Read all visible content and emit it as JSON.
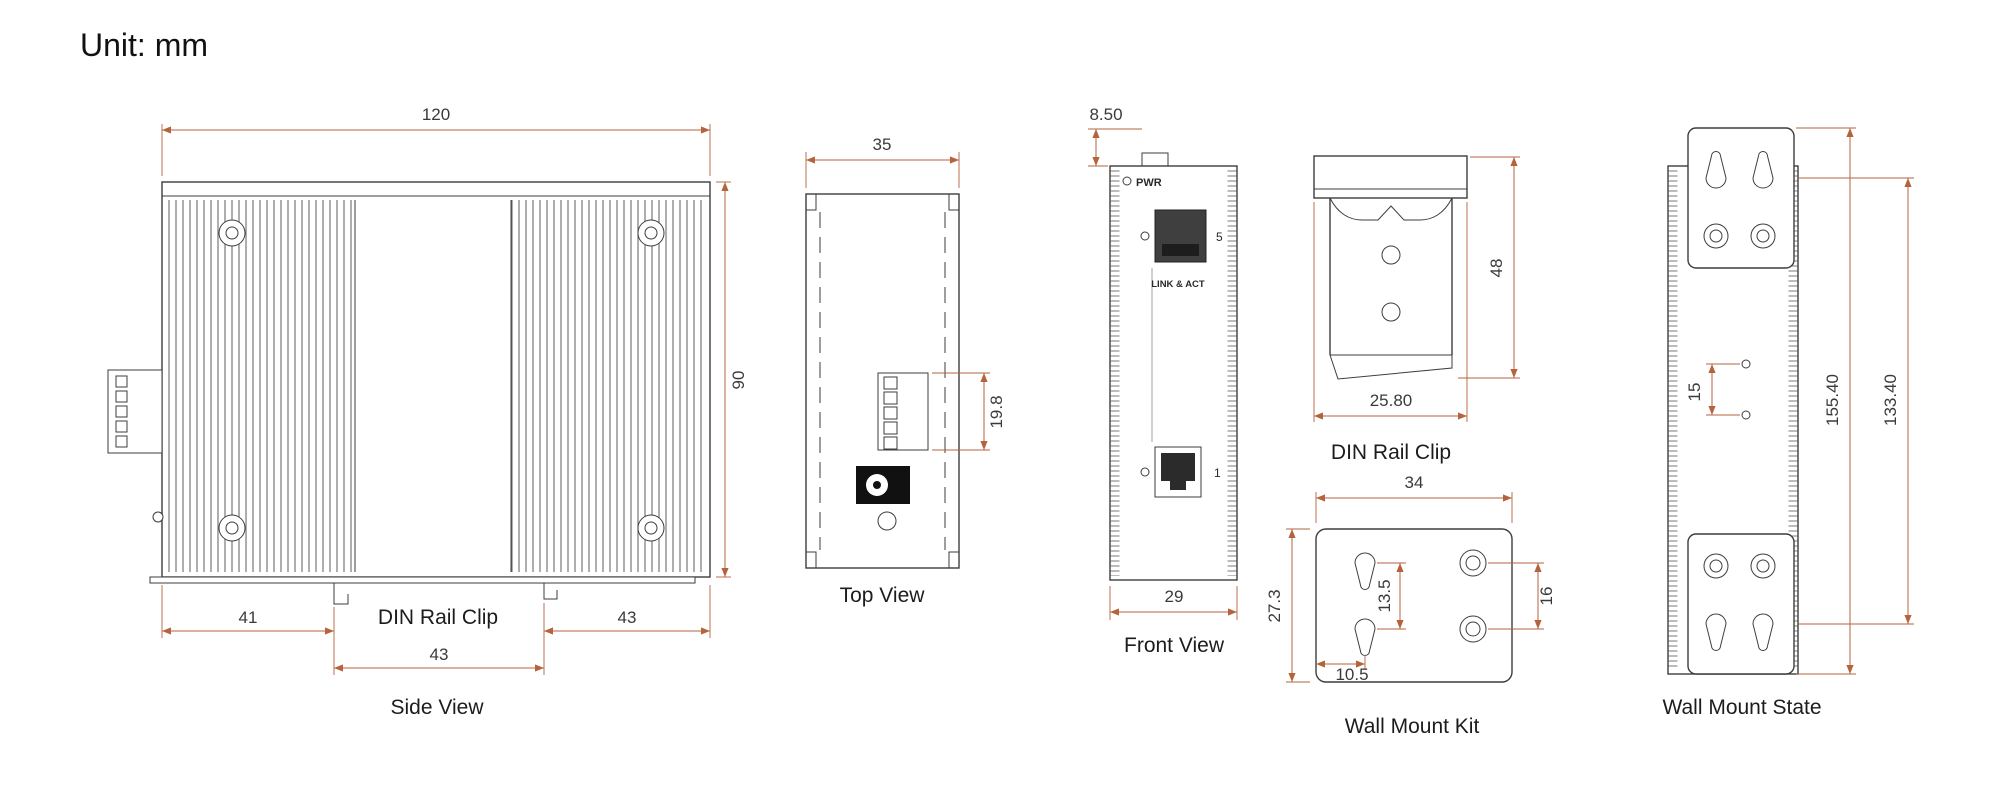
{
  "title": "Unit: mm",
  "colors": {
    "dimension_accent": "#b5633c",
    "drawing_line": "#3d3d3d",
    "port_fill": "#3f3f3f"
  },
  "side_view": {
    "caption": "Side View",
    "din_rail_clip_label": "DIN Rail Clip",
    "dim_width": "120",
    "dim_height": "90",
    "dim_left": "41",
    "dim_center": "43",
    "dim_right": "43"
  },
  "top_view": {
    "caption": "Top View",
    "dim_width": "35",
    "dim_terminal": "19.8"
  },
  "front_view": {
    "caption": "Front View",
    "dim_clip_offset": "8.50",
    "dim_width": "29",
    "pwr_label": "PWR",
    "link_act_label": "LINK & ACT",
    "port_top_label": "5",
    "port_bottom_label": "1"
  },
  "din_rail_clip": {
    "caption": "DIN Rail Clip",
    "dim_height": "48",
    "dim_width": "25.80"
  },
  "wall_mount_kit": {
    "caption": "Wall Mount Kit",
    "dim_width": "34",
    "dim_height": "27.3",
    "dim_keyhole_pitch": "13.5",
    "dim_keyhole_offset": "10.5",
    "dim_hole_pitch": "16"
  },
  "wall_mount_state": {
    "caption": "Wall Mount State",
    "dim_circle_pitch": "15",
    "dim_overall_height": "155.40",
    "dim_mount_pitch": "133.40"
  }
}
